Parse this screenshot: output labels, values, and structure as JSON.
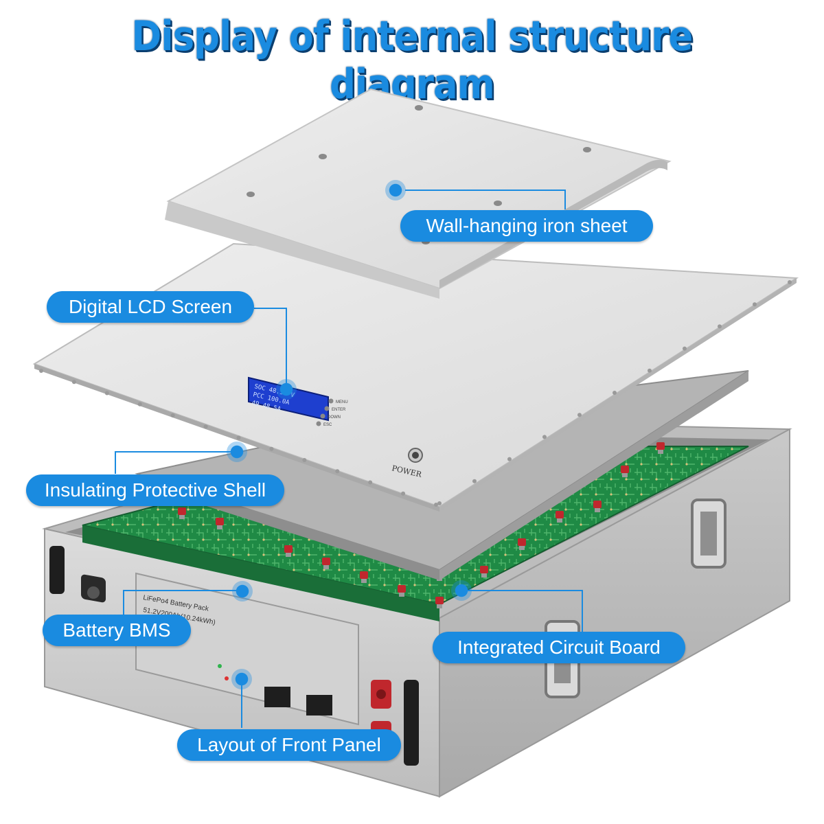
{
  "title": "Display of internal structure diagram",
  "callouts": {
    "wall_sheet": "Wall-hanging iron sheet",
    "lcd": "Digital LCD Screen",
    "shell": "Insulating Protective Shell",
    "bms": "Battery BMS",
    "circuit": "Integrated Circuit Board",
    "front_panel": "Layout of Front Panel"
  },
  "device": {
    "power_label": "POWER",
    "lcd_lines": [
      "SOC  48.30 V",
      "PCC  100.0A",
      "49   48.5A"
    ],
    "menu_buttons": [
      "MENU",
      "ENTER",
      "DOWN",
      "ESC"
    ],
    "pack_label_1": "LiFePo4 Battery Pack",
    "pack_label_2": "51.2V200Ah(10.24kWh)"
  },
  "colors": {
    "accent": "#1a8be0",
    "title_outline": "#0b3f70",
    "pcb": "#1f8a45",
    "terminal": "#c0272d"
  }
}
